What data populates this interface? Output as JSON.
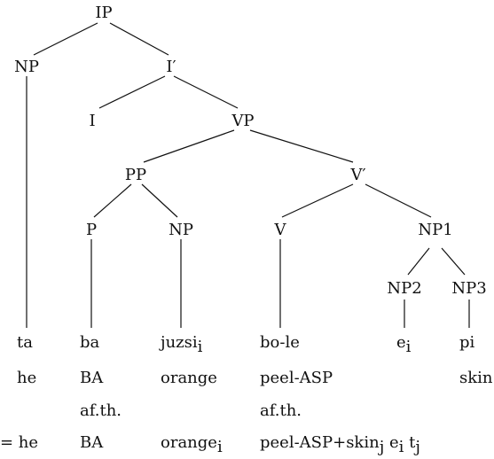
{
  "tree": {
    "nodes": {
      "ip": "IP",
      "np_subj": "NP",
      "i_bar": "I′",
      "i": "I",
      "vp": "VP",
      "pp": "PP",
      "v_bar": "V′",
      "p": "P",
      "np_obj": "NP",
      "v": "V",
      "np1": "NP1",
      "np2": "NP2",
      "np3": "NP3"
    },
    "words": {
      "ta": "ta",
      "ba": "ba",
      "juzsi": "juzsi",
      "juzsi_index": "i",
      "bole": "bo-le",
      "e": "e",
      "e_index": "i",
      "pi": "pi"
    },
    "gloss": {
      "he": "he",
      "ba": "BA",
      "orange": "orange",
      "peel": "peel-ASP",
      "skin": "skin"
    },
    "afth": {
      "ba": "af.th.",
      "peel": "af.th."
    },
    "final": {
      "he": "= he",
      "ba": "BA",
      "orange": "orange",
      "orange_index": "i",
      "peel": "peel-ASP+skin",
      "peel_j": "j",
      "e": " e",
      "e_i": "i",
      "t": " t",
      "t_j": "j"
    }
  }
}
